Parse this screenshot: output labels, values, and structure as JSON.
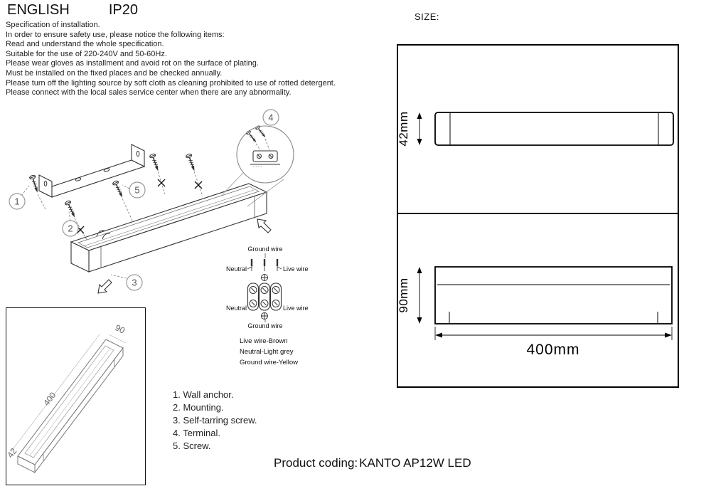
{
  "header": {
    "language": "ENGLISH",
    "ip_rating": "IP20"
  },
  "instructions": {
    "title": "Specification of installation.",
    "lines": [
      "In order to ensure safety use, please notice the following items:",
      "Read and understand the whole specification.",
      "Suitable for the use of 220-240V and 50-60Hz.",
      "Please wear gloves as installment and avoid rot on the surface of plating.",
      "Must be installed on the fixed places and be checked annually.",
      "Please turn off the lighting source by soft cloth as cleaning prohibited to use of rotted detergent.",
      "Please connect with the local sales service center when there are any abnormality."
    ]
  },
  "size_section": {
    "label": "SIZE:",
    "front_height": "42mm",
    "side_height": "90mm",
    "width": "400mm"
  },
  "callouts": [
    "1",
    "2",
    "3",
    "4",
    "5"
  ],
  "wiring_diagram": {
    "top_ground": "Ground wire",
    "top_neutral": "Neutral",
    "top_live": "Live wire",
    "bottom_neutral": "Neutral",
    "bottom_live": "Live wire",
    "bottom_ground": "Ground wire",
    "legend": [
      "Live wire-Brown",
      "Neutral-Light grey",
      "Ground wire-Yellow"
    ]
  },
  "dimension_drawing": {
    "length": "400",
    "width": "90",
    "height": "42"
  },
  "parts_list": [
    "1. Wall anchor.",
    "2. Mounting.",
    "3. Self-tarring screw.",
    "4. Terminal.",
    "5. Screw."
  ],
  "footer": {
    "label": "Product coding:",
    "value": "KANTO AP12W LED"
  }
}
